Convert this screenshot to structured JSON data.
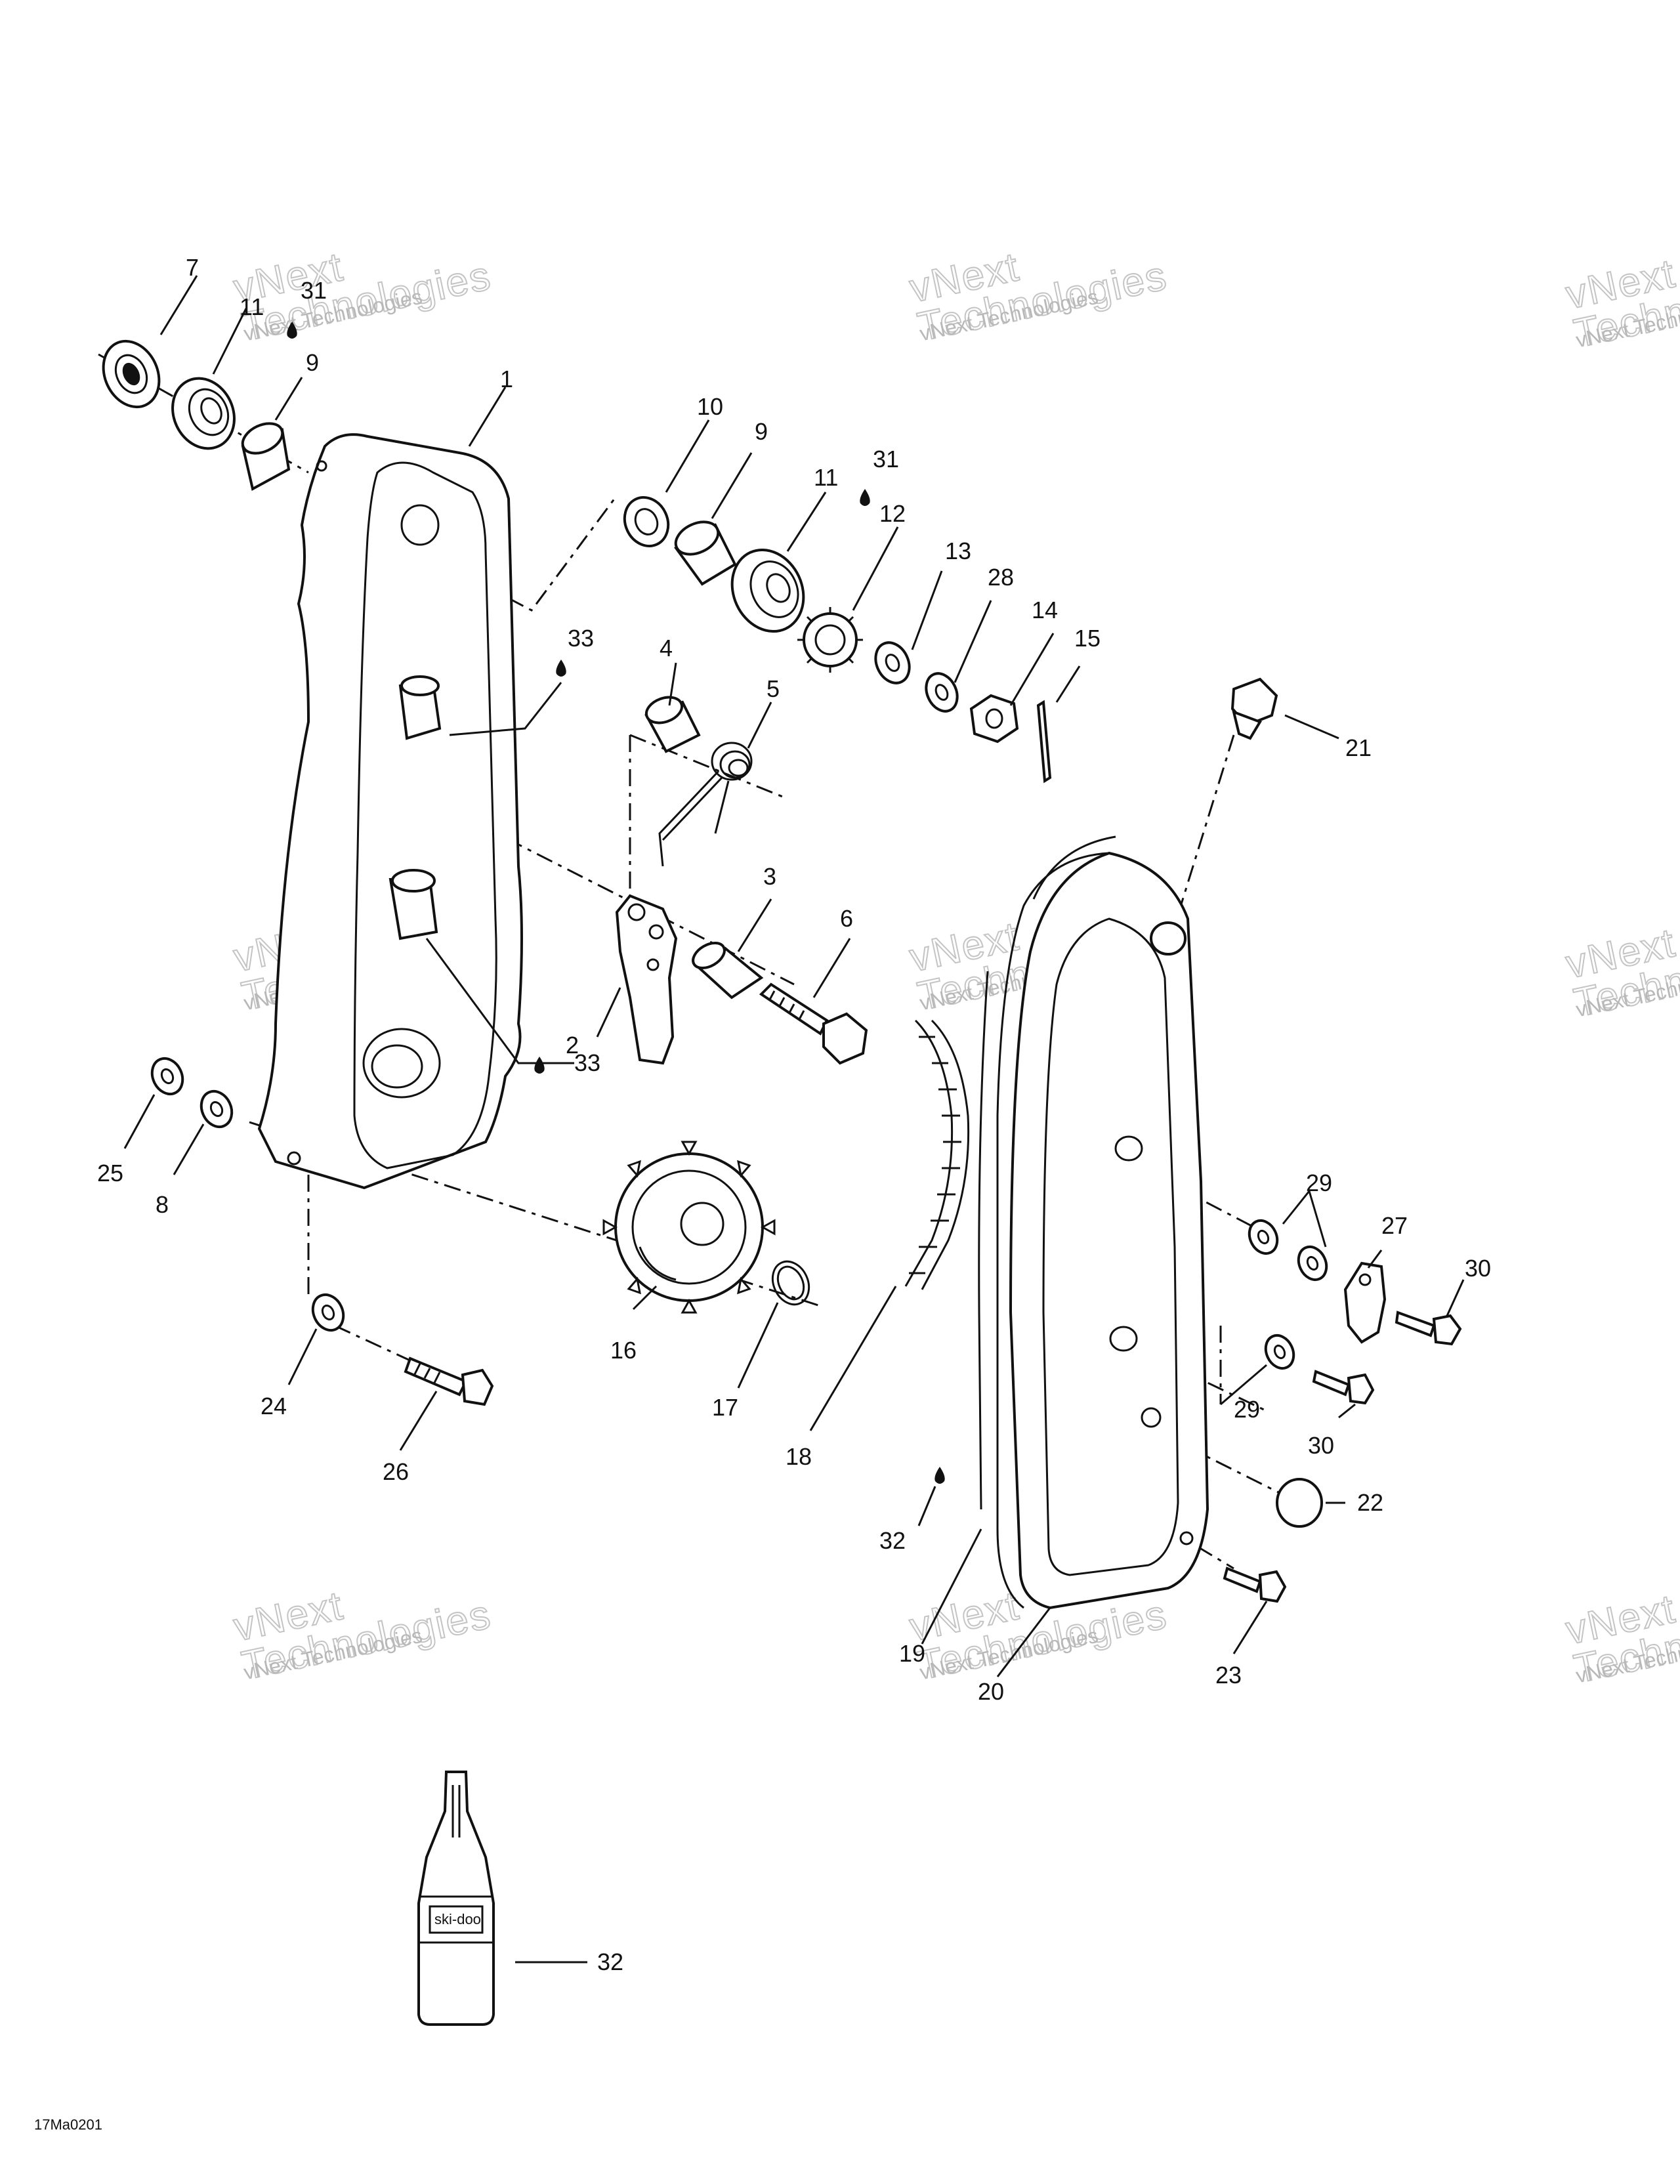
{
  "diagram": {
    "drawing_code": "17Ma0201",
    "watermark_line1": "vNext Technologies",
    "watermark_line2": "vNext\nTechnologies",
    "bottle_label": "ski-doo",
    "callouts": {
      "c1": "1",
      "c2": "2",
      "c3": "3",
      "c4": "4",
      "c5": "5",
      "c6": "6",
      "c7": "7",
      "c8": "8",
      "c9a": "9",
      "c9b": "9",
      "c10": "10",
      "c11a": "11",
      "c11b": "11",
      "c12": "12",
      "c13": "13",
      "c14": "14",
      "c15": "15",
      "c16": "16",
      "c17": "17",
      "c18": "18",
      "c19": "19",
      "c20": "20",
      "c21": "21",
      "c22": "22",
      "c23": "23",
      "c24": "24",
      "c25": "25",
      "c26": "26",
      "c27": "27",
      "c28": "28",
      "c29a": "29",
      "c29b": "29",
      "c30a": "30",
      "c30b": "30",
      "c31a": "31",
      "c31b": "31",
      "c32a": "32",
      "c32b": "32",
      "c33a": "33",
      "c33b": "33"
    }
  }
}
